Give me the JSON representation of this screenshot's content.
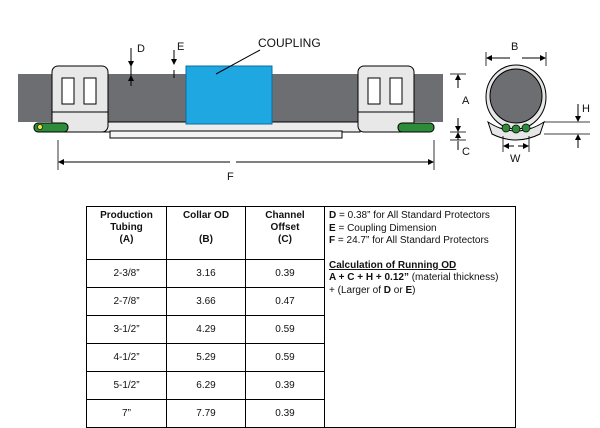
{
  "diagram": {
    "labels": {
      "coupling": "COUPLING",
      "d": "D",
      "e": "E",
      "a": "A",
      "c": "C",
      "f": "F",
      "b": "B",
      "h": "H",
      "w": "W"
    },
    "colors": {
      "tubing": "#6d6e71",
      "coupling": "#1ea7e1",
      "green_pad": "#2e8b3a",
      "outline": "#000000"
    }
  },
  "table": {
    "headers": [
      {
        "line1": "Production",
        "line2": "Tubing",
        "line3": "(A)"
      },
      {
        "line1": "Collar OD",
        "line2": "",
        "line3": "(B)"
      },
      {
        "line1": "Channel",
        "line2": "Offset",
        "line3": "(C)"
      }
    ],
    "rows": [
      {
        "tubing": "2-3/8”",
        "collar": "3.16",
        "offset": "0.39"
      },
      {
        "tubing": "2-7/8”",
        "collar": "3.66",
        "offset": "0.47"
      },
      {
        "tubing": "3-1/2”",
        "collar": "4.29",
        "offset": "0.59"
      },
      {
        "tubing": "4-1/2”",
        "collar": "5.29",
        "offset": "0.59"
      },
      {
        "tubing": "5-1/2”",
        "collar": "6.29",
        "offset": "0.39"
      },
      {
        "tubing": "7”",
        "collar": "7.79",
        "offset": "0.39"
      }
    ],
    "notes": {
      "d_key": "D",
      "d_text": " = 0.38” for All Standard Protectors",
      "e_key": "E",
      "e_text": " = Coupling Dimension",
      "f_key": "F",
      "f_text": " = 24.7” for All Standard Protectors",
      "calc_title": "Calculation of Running OD",
      "calc_formula": "A + C + H + 0.12”",
      "calc_suffix": " (material thickness)",
      "calc_line2_prefix": "+ (Larger of ",
      "calc_line2_d": "D",
      "calc_line2_or": " or ",
      "calc_line2_e": "E",
      "calc_line2_suffix": ")"
    }
  }
}
